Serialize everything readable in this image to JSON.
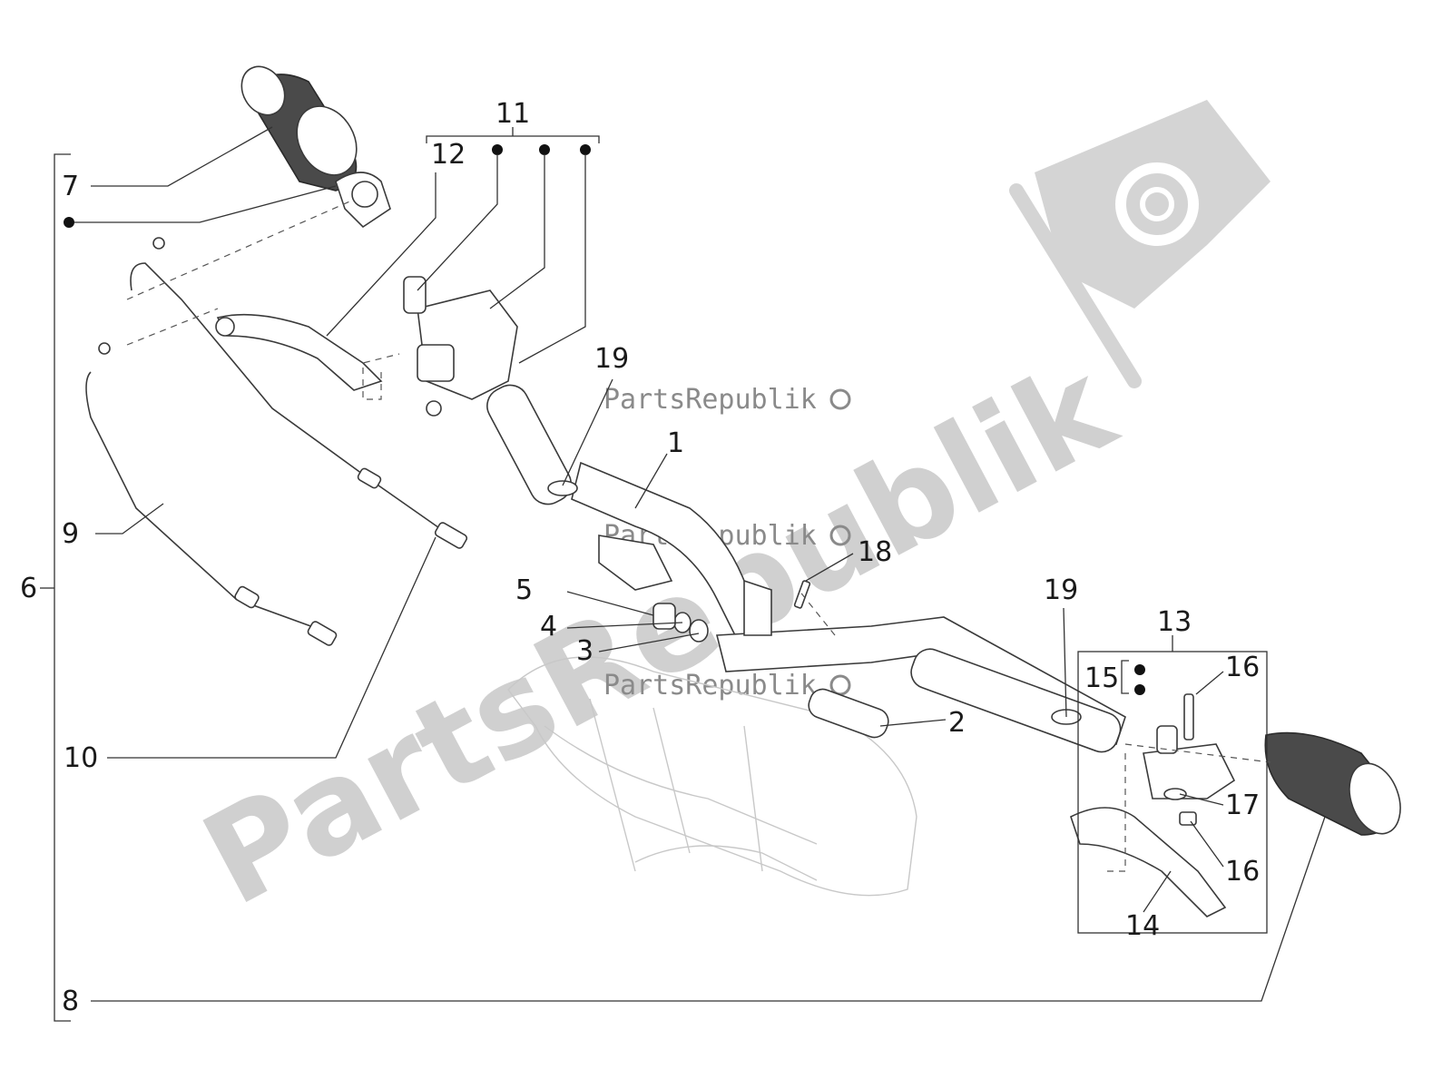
{
  "callouts": {
    "c1": "1",
    "c2": "2",
    "c3": "3",
    "c4": "4",
    "c5": "5",
    "c6": "6",
    "c7": "7",
    "c8": "8",
    "c9": "9",
    "c10": "10",
    "c11": "11",
    "c12": "12",
    "c13": "13",
    "c14": "14",
    "c15": "15",
    "c16a": "16",
    "c16b": "16",
    "c17": "17",
    "c18": "18",
    "c19a": "19",
    "c19b": "19"
  },
  "watermark": {
    "big": "PartsRepublik",
    "small_1": "PartsRepublik",
    "small_2": "PartsRepublik",
    "small_3": "PartsRepublik"
  },
  "colors": {
    "watermark": "#d0d0d0",
    "line": "#333333"
  }
}
